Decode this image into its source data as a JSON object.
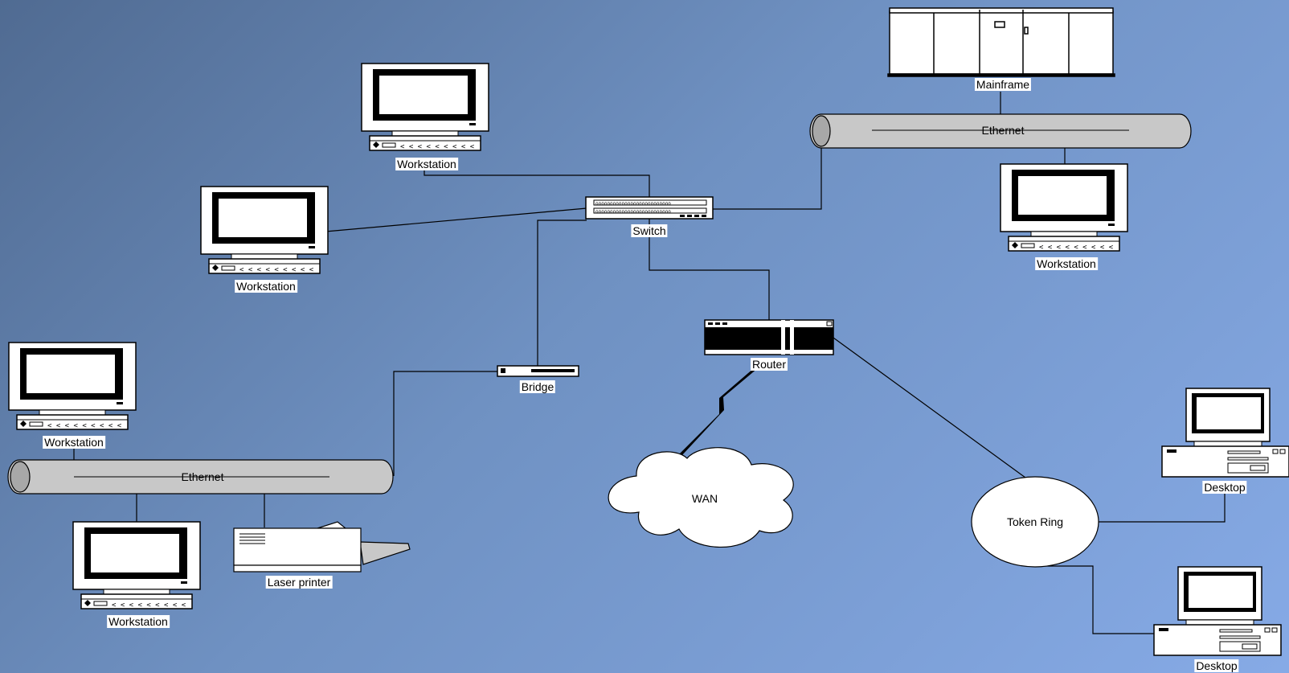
{
  "colors": {
    "bg_start": "#506b92",
    "bg_end": "#86aae6",
    "device": "#ffffff",
    "stroke": "#000000"
  },
  "labels": {
    "mainframe": "Mainframe",
    "ethernet_top": "Ethernet",
    "ws_top": "Workstation",
    "ws_mid": "Workstation",
    "ws_left": "Workstation",
    "ws_bottom": "Workstation",
    "ws_right": "Workstation",
    "switch": "Switch",
    "router": "Router",
    "bridge": "Bridge",
    "ethernet_bottom": "Ethernet",
    "laser_printer": "Laser printer",
    "wan": "WAN",
    "token_ring": "Token Ring",
    "desktop_top": "Desktop",
    "desktop_bottom": "Desktop"
  }
}
